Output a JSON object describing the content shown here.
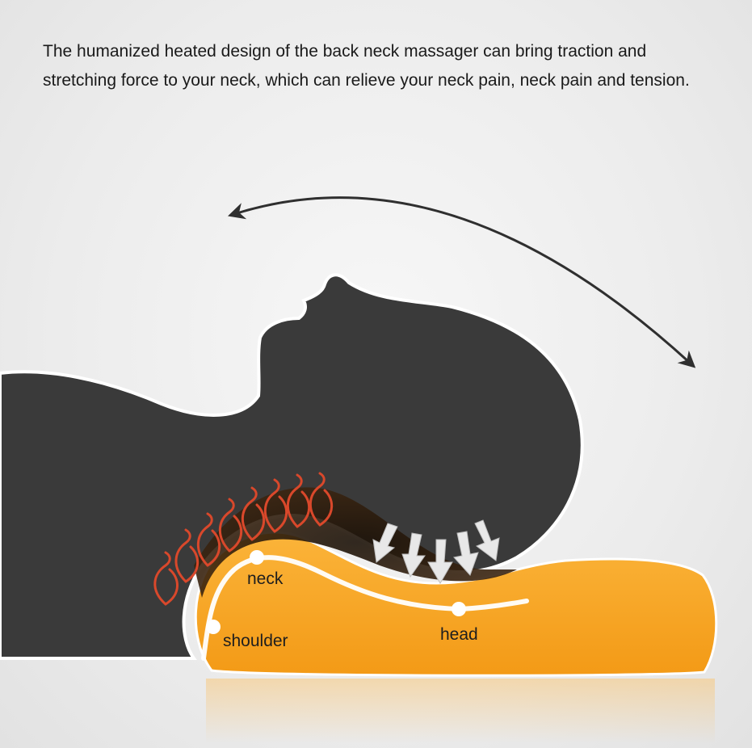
{
  "caption": "The humanized heated design of the back neck massager can bring traction and stretching force to your neck, which can relieve your neck pain, neck pain and tension.",
  "labels": {
    "neck": "neck",
    "shoulder": "shoulder",
    "head": "head"
  },
  "colors": {
    "silhouette": "#3a3a3a",
    "pillow": "#f9a828",
    "heat": "#d9482b",
    "arrow": "#2f2f2f"
  },
  "icons": [
    "rotation-arc-arrow-icon",
    "heat-wave-icon",
    "pressure-arrow-icon"
  ]
}
